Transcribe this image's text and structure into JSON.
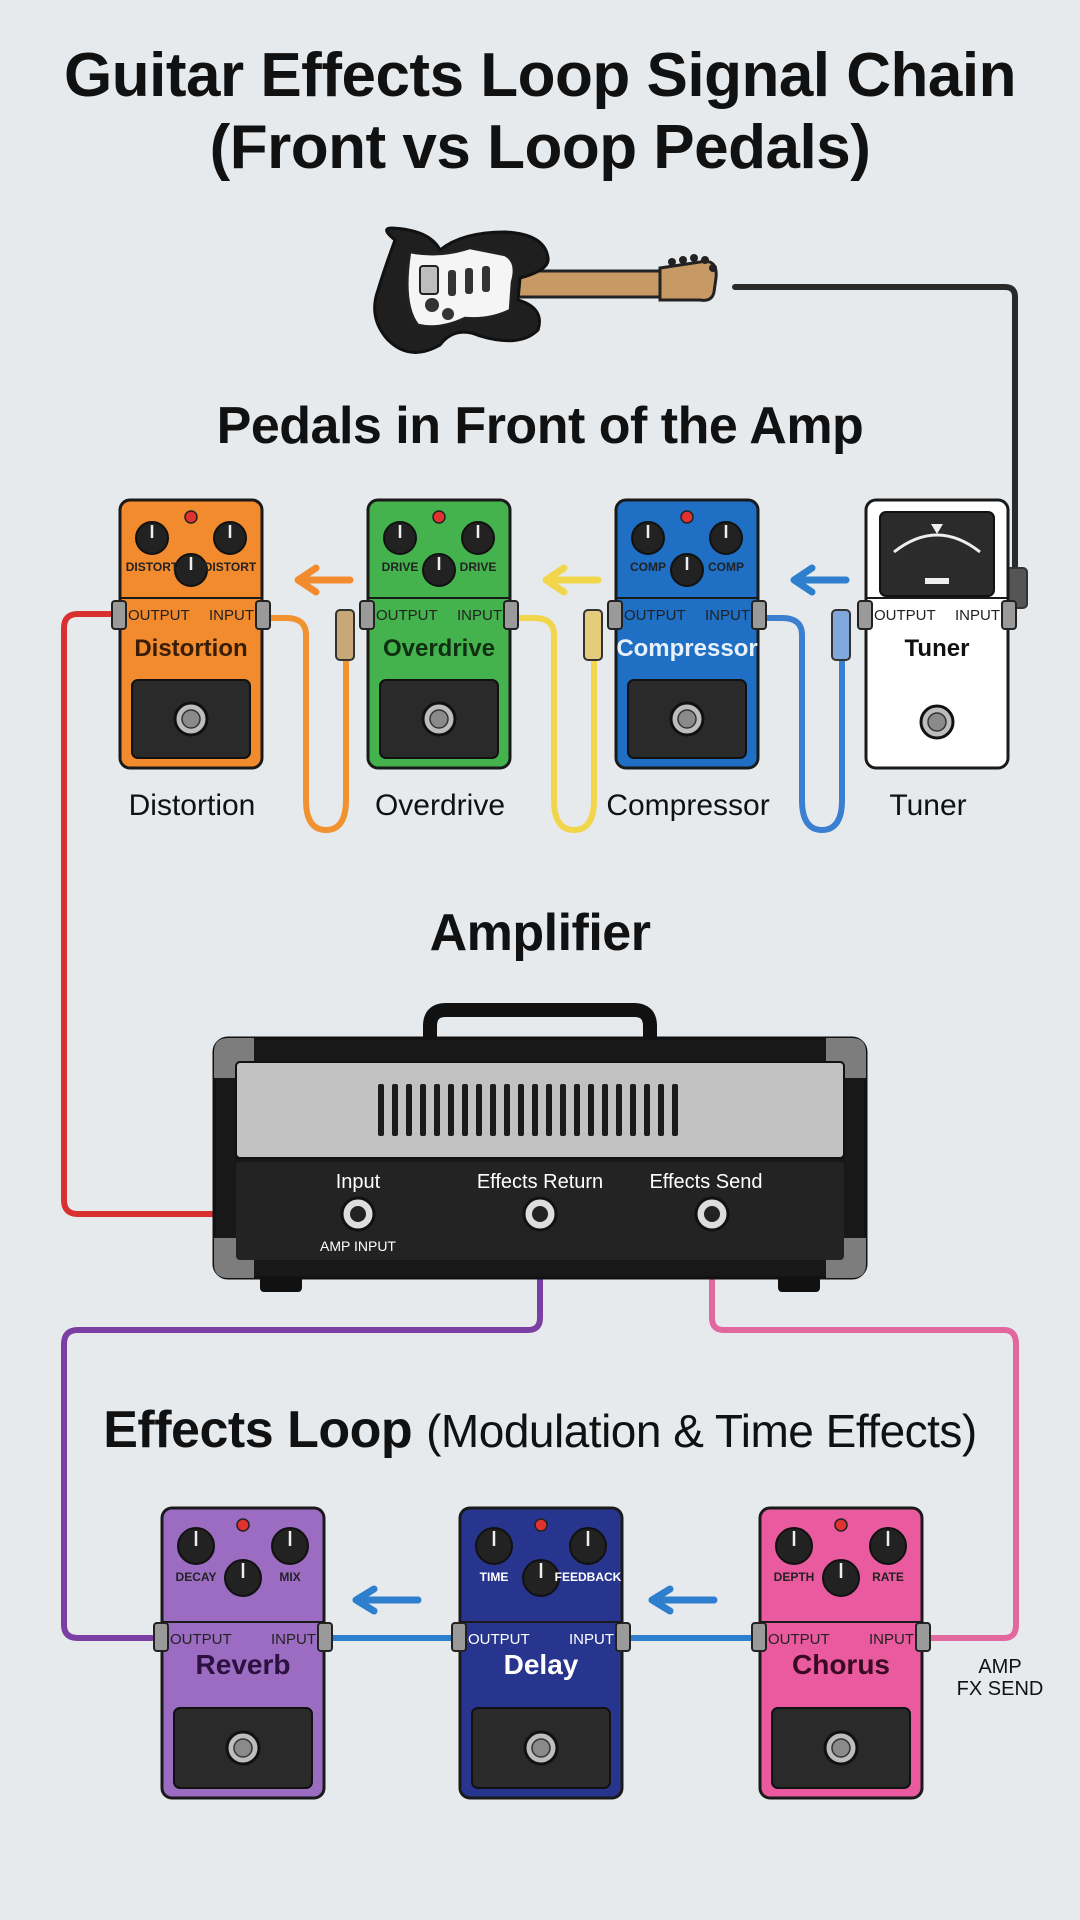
{
  "title": {
    "line1": "Guitar Effects Loop Signal Chain",
    "line2": "(Front vs Loop Pedals)"
  },
  "sections": {
    "front": "Pedals in Front of the Amp",
    "amplifier": "Amplifier",
    "loop_main": "Effects Loop",
    "loop_paren": "(Modulation & Time Effects)"
  },
  "jack_labels": {
    "output": "OUTPUT",
    "input": "INPUT"
  },
  "front_pedals": [
    {
      "id": "distortion",
      "name": "Distortion",
      "caption": "Distortion",
      "color": "#f28a2e",
      "cable": "#f0922f",
      "knob_labels": [
        "DISTORT",
        "DISTORT"
      ],
      "name_color": "#3a1d05"
    },
    {
      "id": "overdrive",
      "name": "Overdrive",
      "caption": "Overdrive",
      "color": "#45b34d",
      "cable": "#f1d54a",
      "knob_labels": [
        "DRIVE",
        "DRIVE"
      ],
      "name_color": "#0f2e12"
    },
    {
      "id": "compressor",
      "name": "Compressor",
      "caption": "Compressor",
      "color": "#1f6fc4",
      "cable": "#3b7fd0",
      "knob_labels": [
        "COMP",
        "COMP"
      ],
      "name_color": "#e8f1fb"
    },
    {
      "id": "tuner",
      "name": "Tuner",
      "caption": "Tuner",
      "color": "#ffffff",
      "cable": "#222222",
      "knob_labels": [],
      "name_color": "#111111"
    }
  ],
  "amp": {
    "input_label": "Input",
    "input_sub": "AMP INPUT",
    "return_label": "Effects Return",
    "send_label": "Effects Send"
  },
  "loop_pedals": [
    {
      "id": "reverb",
      "name": "Reverb",
      "color": "#9b6cc1",
      "knob_labels": [
        "DECAY",
        "MIX"
      ],
      "name_color": "#2b1140"
    },
    {
      "id": "delay",
      "name": "Delay",
      "color": "#27358f",
      "knob_labels": [
        "TIME",
        "FEEDBACK"
      ],
      "name_color": "#ffffff"
    },
    {
      "id": "chorus",
      "name": "Chorus",
      "color": "#ea5a9e",
      "knob_labels": [
        "DEPTH",
        "RATE"
      ],
      "name_color": "#3a0a22"
    }
  ],
  "fx_send_note": {
    "line1": "AMP",
    "line2": "FX SEND"
  },
  "colors": {
    "guitar_to_tuner": "#2a2a2a",
    "to_amp_input": "#d93030",
    "return_cable": "#7a3fa3",
    "send_cable": "#e2679f",
    "loop_link": "#2f7fcf",
    "arrow_orange": "#f28a2e",
    "arrow_yellow": "#f1d54a",
    "arrow_blue": "#2f7fcf"
  }
}
